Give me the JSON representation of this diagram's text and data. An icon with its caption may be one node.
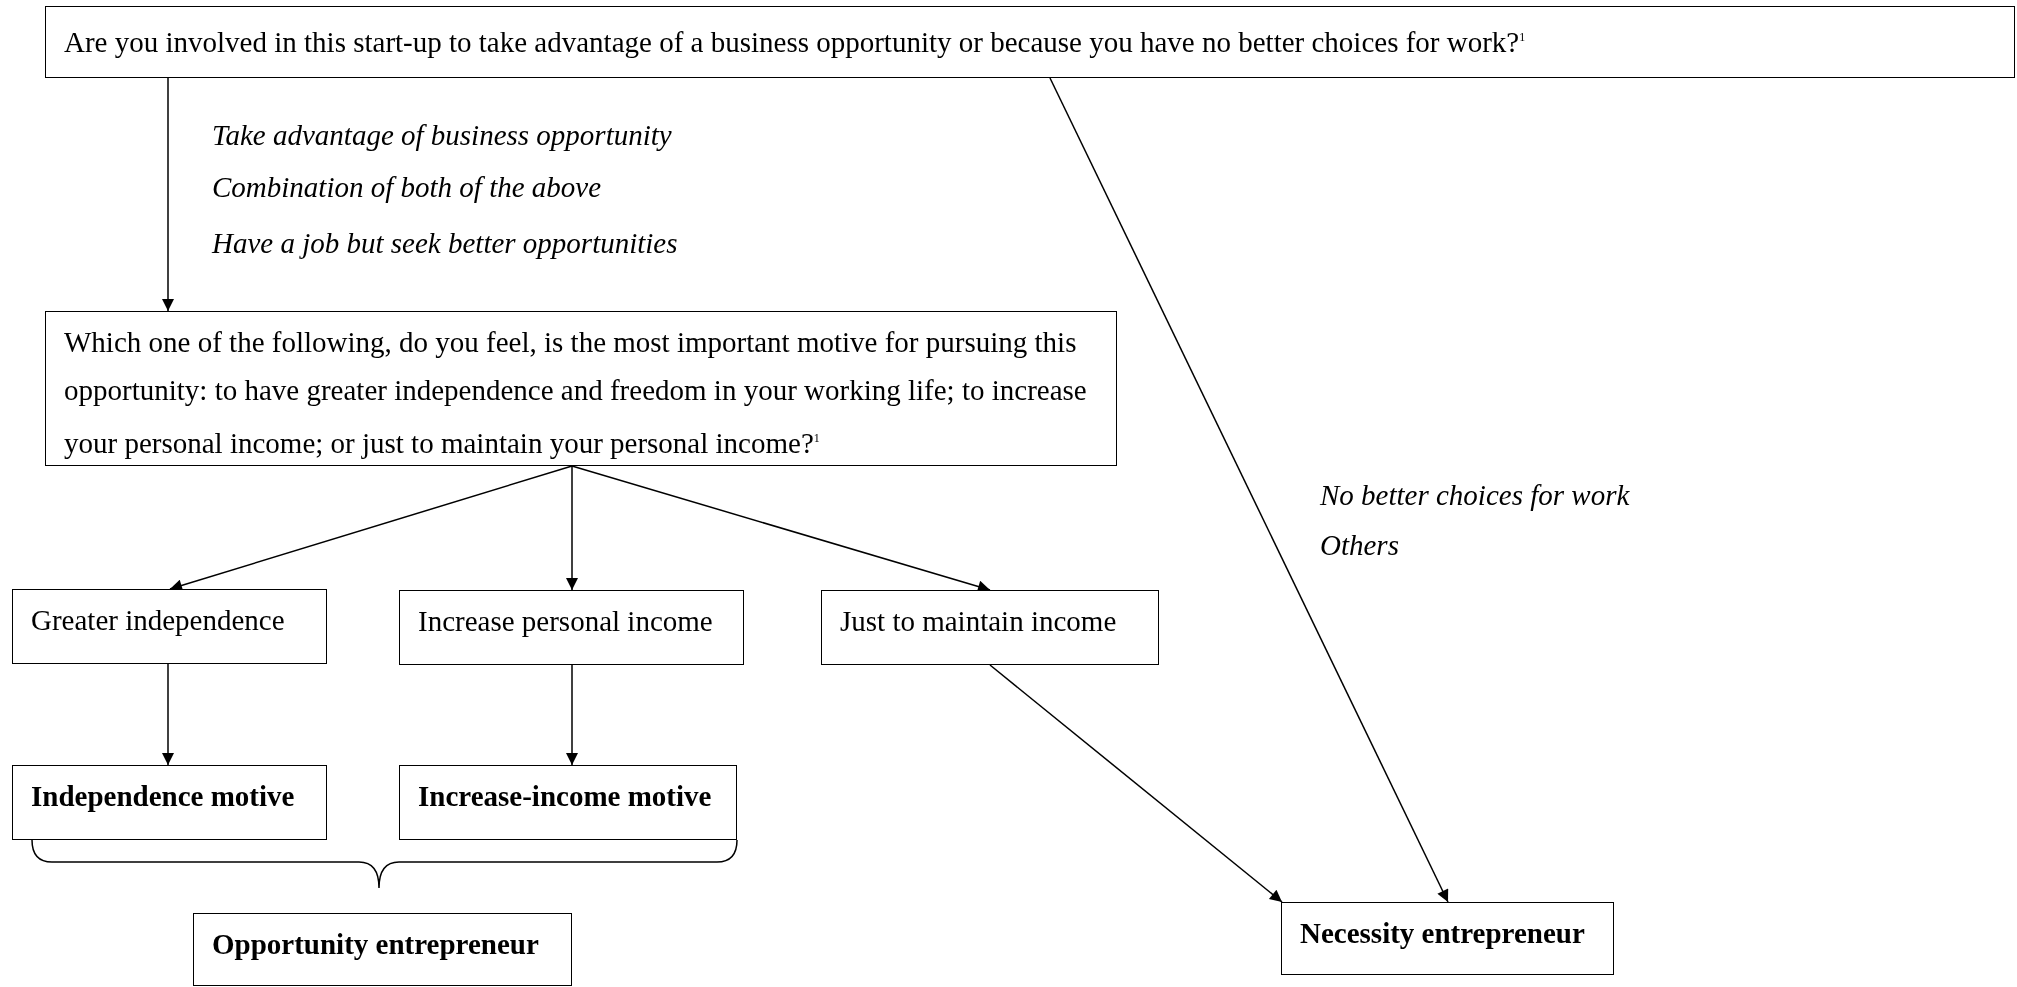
{
  "diagram": {
    "nodes": [
      {
        "text": [
          "Are you involved in this start-up to take advantage of a business opportunity or because you have no better choices for work?$^{1}$"
        ]
      },
      {
        "text": [
          "Which one of the following, do you feel, is the most important motive for pursuing this opportunity: to have greater independence and freedom in your working life; to increase your personal income; or just to maintain your personal income?$^{1}$"
        ]
      },
      {
        "text": [
          "Greater independence"
        ]
      },
      {
        "text": [
          "Increase personal income"
        ]
      },
      {
        "text": [
          "Just to maintain income"
        ]
      },
      {
        "text": [
          "Independence motive"
        ]
      },
      {
        "text": [
          "Increase-income motive"
        ]
      },
      {
        "text": [
          "Opportunity entrepreneur"
        ]
      },
      {
        "text": [
          "Necessity entrepreneur"
        ]
      }
    ],
    "edges": [
      {
        "from": 0,
        "to": 1,
        "arrow": "to"
      },
      {
        "from": 0,
        "to": 8,
        "arrow": "to"
      },
      {
        "from": 1,
        "to": 2,
        "arrow": "to"
      },
      {
        "from": 1,
        "to": 3,
        "arrow": "to"
      },
      {
        "from": 1,
        "to": 4,
        "arrow": "to"
      },
      {
        "from": 2,
        "to": 5,
        "arrow": "to"
      },
      {
        "from": 3,
        "to": 6,
        "arrow": "to"
      },
      {
        "from": 4,
        "to": 8,
        "arrow": "to"
      }
    ],
    "labels": [
      "Take advantage of business opportunity",
      "Combination of both of the above",
      "Have a job but seek better opportunities",
      "No better choices for work",
      "Others"
    ]
  }
}
